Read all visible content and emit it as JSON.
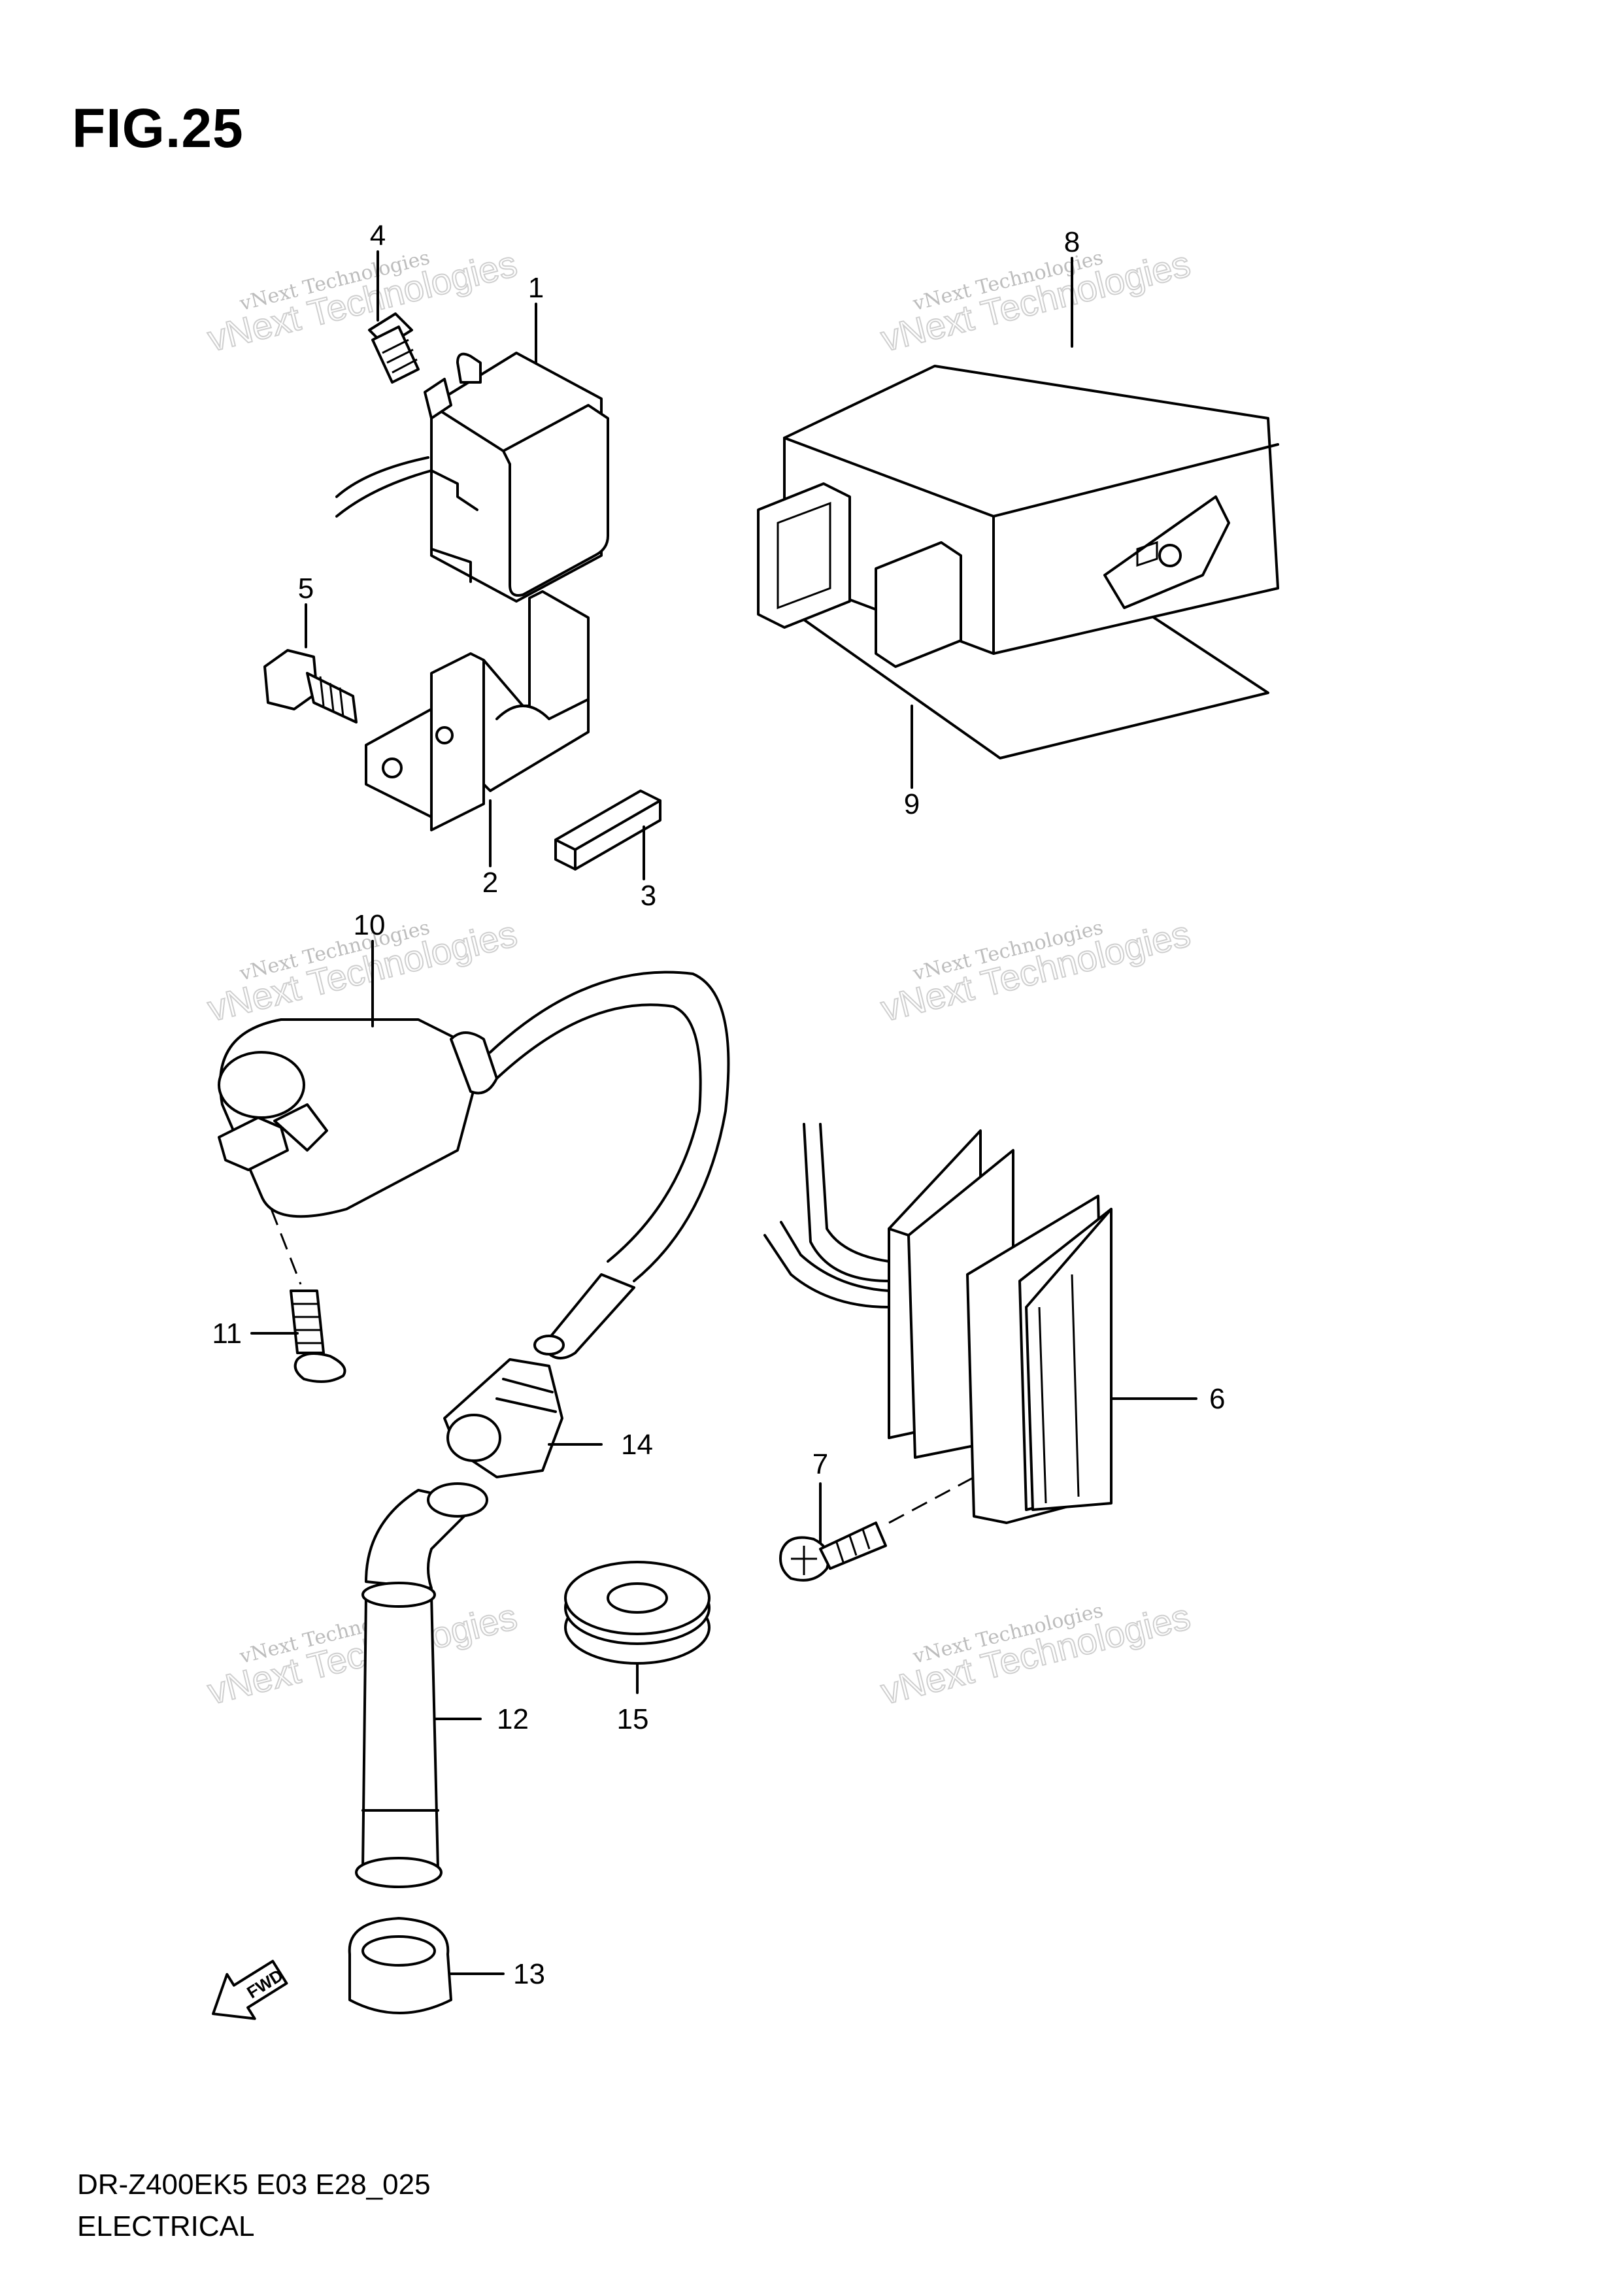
{
  "figure_title": "FIG.25",
  "footer": {
    "model_code": "DR-Z400EK5 E03 E28_025",
    "section_name": "ELECTRICAL"
  },
  "watermark": {
    "line1": "vNext Technologies",
    "line2": "vNext Technologies"
  },
  "callouts": [
    {
      "id": "1",
      "label": "1"
    },
    {
      "id": "2",
      "label": "2"
    },
    {
      "id": "3",
      "label": "3"
    },
    {
      "id": "4",
      "label": "4"
    },
    {
      "id": "5",
      "label": "5"
    },
    {
      "id": "6",
      "label": "6"
    },
    {
      "id": "7",
      "label": "7"
    },
    {
      "id": "8",
      "label": "8"
    },
    {
      "id": "9",
      "label": "9"
    },
    {
      "id": "10",
      "label": "10"
    },
    {
      "id": "11",
      "label": "11"
    },
    {
      "id": "12",
      "label": "12"
    },
    {
      "id": "13",
      "label": "13"
    },
    {
      "id": "14",
      "label": "14"
    },
    {
      "id": "15",
      "label": "15"
    }
  ],
  "direction_marker": {
    "label": "FWD",
    "icon": "fwd-arrow-icon"
  }
}
